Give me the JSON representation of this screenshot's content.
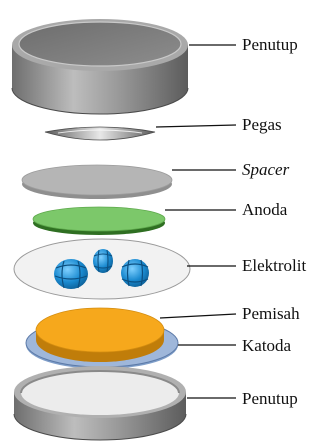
{
  "labels": {
    "penutup_top": "Penutup",
    "pegas": "Pegas",
    "spacer": "Spacer",
    "anoda": "Anoda",
    "elektrolit": "Elektrolit",
    "pemisah": "Pemisah",
    "katoda": "Katoda",
    "penutup_bottom": "Penutup"
  },
  "colors": {
    "cap_metal": "#8a8a8a",
    "spacer": "#b3b3b3",
    "anode": "#7cc86a",
    "electrolyte_plate": "#f2f2f2",
    "electrolyte_molecule": "#1a8ad0",
    "separator": "#f6a81c",
    "cathode": "#7f9ec9",
    "leader_line": "#111111"
  }
}
